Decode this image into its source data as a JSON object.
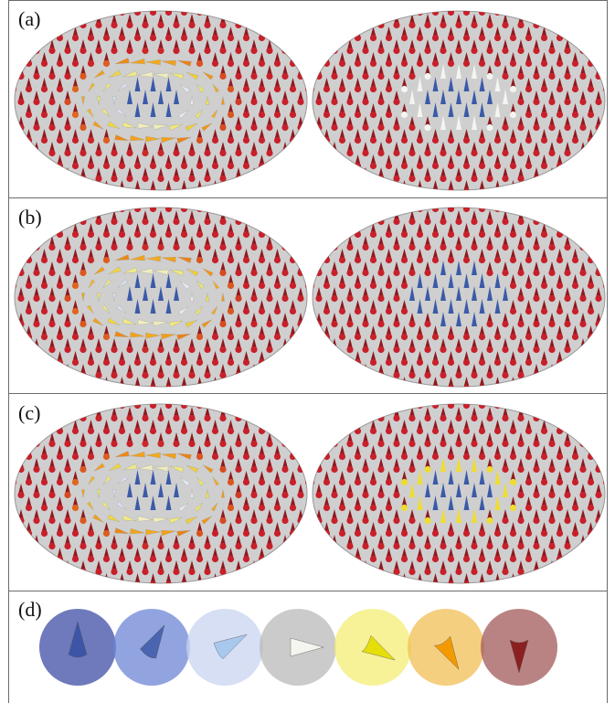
{
  "panels": [
    {
      "label": "(a)",
      "left": "skyrmion",
      "right": "bubble-white"
    },
    {
      "label": "(b)",
      "left": "skyrmion",
      "right": "bubble-plain"
    },
    {
      "label": "(c)",
      "left": "skyrmion",
      "right": "bubble-yellow"
    }
  ],
  "legend": {
    "label": "(d)",
    "disks": [
      {
        "fill": "#3d4ea6",
        "cone": "#3c55a6",
        "angle": 0
      },
      {
        "fill": "#6c86d6",
        "cone": "#4a64b0",
        "angle": 30
      },
      {
        "fill": "#c8d4f0",
        "cone": "#a9c8ee",
        "angle": 60
      },
      {
        "fill": "#b9b9b9",
        "cone": "#f5f5f0",
        "angle": 90
      },
      {
        "fill": "#f4ee76",
        "cone": "#e6de0a",
        "angle": 120
      },
      {
        "fill": "#f2bf55",
        "cone": "#f29a00",
        "angle": 150
      },
      {
        "fill": "#a35a5a",
        "cone": "#8c2020",
        "angle": 180
      }
    ]
  },
  "colors": {
    "plate": "#cfcfcf",
    "up": "#3b5aa8",
    "down": "#c8202a",
    "frame": "#6b6b6b"
  }
}
